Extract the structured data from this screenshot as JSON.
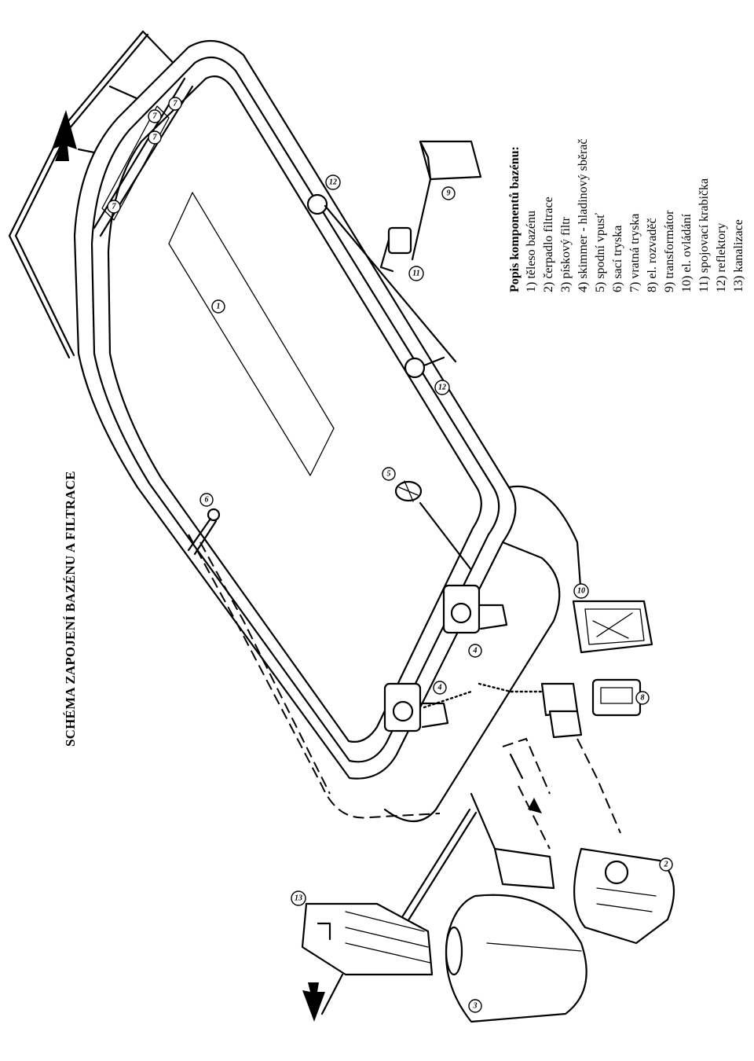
{
  "title": "SCHÉMA ZAPOJENÍ BAZÉNU A FILTRACE",
  "legend": {
    "heading": "Popis komponentů bazénu:",
    "items": [
      "1) těleso bazénu",
      "2) čerpadlo filtrace",
      "3) pískový filtr",
      "4) skimmer - hladinový sběrač",
      "5) spodní vpusť",
      "6) sací tryska",
      "7) vratná tryska",
      "8) el. rozvaděč",
      "9) transformátor",
      "10) el. ovládání",
      "11) spojovací krabička",
      "12) reflektory",
      "13) kanalizace"
    ]
  },
  "callouts": {
    "c1": "1",
    "c2": "2",
    "c3": "3",
    "c4a": "4",
    "c4b": "4",
    "c5": "5",
    "c6": "6",
    "c7a": "7",
    "c7b": "7",
    "c7c": "7",
    "c7d": "7",
    "c8": "8",
    "c9": "9",
    "c10": "10",
    "c11": "11",
    "c12a": "12",
    "c12b": "12",
    "c13": "13"
  }
}
